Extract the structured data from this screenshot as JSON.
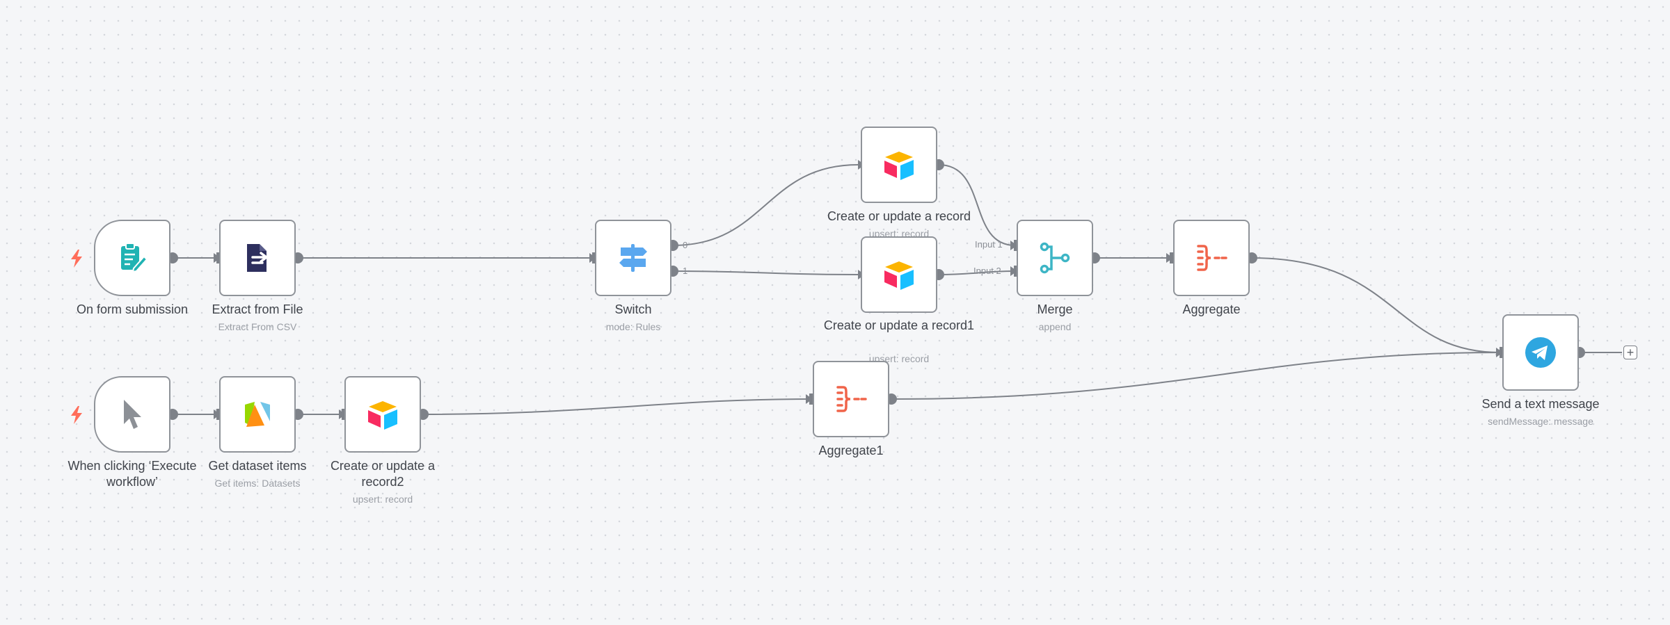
{
  "colors": {
    "edge": "#7e8289",
    "node_border": "#8f9399",
    "trigger_bolt": "#ff6d5a",
    "form_icon": "#20b3b3",
    "extract_icon": "#2d2f5e",
    "switch_icon": "#5aa7ef",
    "merge_icon": "#3db5c5",
    "aggregate_icon": "#f0644a",
    "telegram": "#2ea6e0"
  },
  "nodes": {
    "form_trigger": {
      "title": "On form submission",
      "icon": "form-icon"
    },
    "extract": {
      "title": "Extract from File",
      "subtitle": "Extract From CSV",
      "icon": "file-export-icon"
    },
    "switch": {
      "title": "Switch",
      "subtitle": "mode: Rules",
      "icon": "signpost-icon",
      "output_0": "0",
      "output_1": "1"
    },
    "airtable_a": {
      "title": "Create or update a record",
      "subtitle": "upsert: record",
      "icon": "airtable-icon"
    },
    "airtable_b": {
      "title": "Create or update a record1",
      "subtitle": "upsert: record",
      "icon": "airtable-icon"
    },
    "merge": {
      "title": "Merge",
      "subtitle": "append",
      "input_1": "Input 1",
      "input_2": "Input 2",
      "icon": "merge-icon"
    },
    "aggregate": {
      "title": "Aggregate",
      "icon": "aggregate-icon"
    },
    "manual_trigger": {
      "title": "When clicking ‘Execute workflow’",
      "icon": "cursor-icon"
    },
    "apify": {
      "title": "Get dataset items",
      "subtitle": "Get items: Datasets",
      "icon": "apify-icon"
    },
    "airtable_c": {
      "title": "Create or update a record2",
      "subtitle": "upsert: record",
      "icon": "airtable-icon"
    },
    "aggregate1": {
      "title": "Aggregate1",
      "icon": "aggregate-icon"
    },
    "telegram": {
      "title": "Send a text message",
      "subtitle": "sendMessage: message",
      "icon": "telegram-icon"
    }
  },
  "canvas": {
    "add_node_label": "+"
  }
}
